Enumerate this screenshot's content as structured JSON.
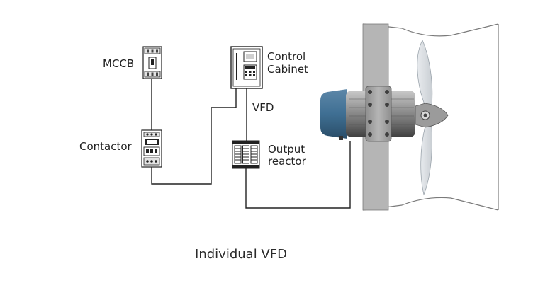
{
  "labels": {
    "mccb": "MCCB",
    "contactor": "Contactor",
    "control_cabinet_line1": "Control",
    "control_cabinet_line2": "Cabinet",
    "vfd": "VFD",
    "output_reactor_line1": "Output",
    "output_reactor_line2": "reactor"
  },
  "caption": "Individual VFD",
  "icons": {
    "mccb": "mccb-breaker-icon",
    "contactor": "contactor-icon",
    "control_cabinet": "control-cabinet-icon",
    "output_reactor": "output-reactor-icon",
    "motor_fan": "motor-fan-icon"
  },
  "colors": {
    "line": "#222222",
    "motor_blue": "#3f6f93",
    "motor_grey": "#8a8a8a",
    "duct": "#777777"
  }
}
